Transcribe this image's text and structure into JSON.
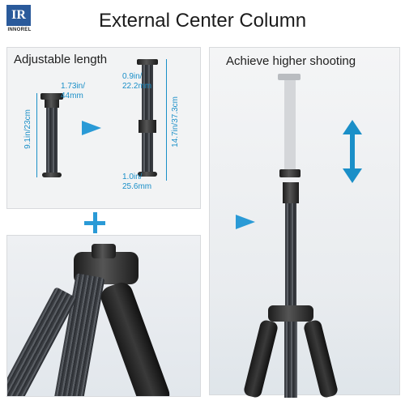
{
  "brand": {
    "mark": "IR",
    "name": "INNOREL"
  },
  "title": "External Center Column",
  "panel_adjustable": {
    "label": "Adjustable length",
    "top_width": "1.73in/\n44mm",
    "short_length": "9.1in/23cm",
    "top_end": "0.9in/\n22.2mm",
    "full_length": "14.7in/37.3cm",
    "bottom_end": "1.0in/\n25.6mm"
  },
  "panel_higher": {
    "label": "Achieve higher shooting"
  },
  "colors": {
    "accent": "#2a9ad6",
    "dim_text": "#1a8fc8",
    "brand": "#2a5a9b"
  },
  "icons": [
    "right-arrow-icon",
    "plus-icon",
    "up-down-arrow-icon"
  ]
}
